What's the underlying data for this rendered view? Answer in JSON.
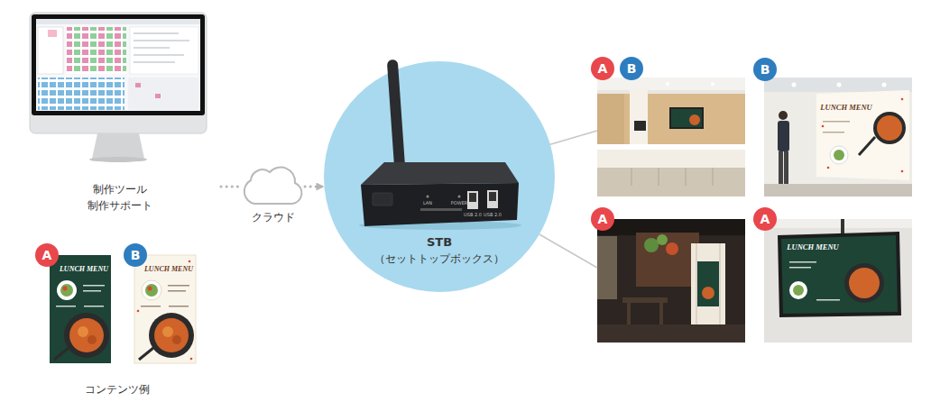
{
  "diagram": {
    "nodes": [
      {
        "text": [
          "制作ツール",
          "制作サポート"
        ]
      },
      {
        "text": [
          "クラウド"
        ]
      },
      {
        "text": [
          "STB",
          "（セットトップボックス）"
        ]
      },
      {
        "text": [
          "A",
          "B"
        ]
      },
      {
        "text": [
          "B",
          "LUNCH MENU"
        ]
      },
      {
        "text": [
          "A"
        ]
      },
      {
        "text": [
          "A",
          "LUNCH MENU"
        ]
      },
      {
        "text": [
          "A",
          "LUNCH MENU"
        ]
      },
      {
        "text": [
          "B",
          "LUNCH MENU"
        ]
      }
    ],
    "edges": [
      {
        "from": 0,
        "to": 1,
        "arrow": "none"
      },
      {
        "from": 1,
        "to": 2,
        "arrow": "to"
      },
      {
        "from": 2,
        "to": 3,
        "arrow": "none"
      },
      {
        "from": 2,
        "to": 5,
        "arrow": "none"
      }
    ],
    "labels": [
      "LAN",
      "POWER",
      "USB 2.0",
      "USB 2.0",
      "コンテンツ例"
    ]
  }
}
